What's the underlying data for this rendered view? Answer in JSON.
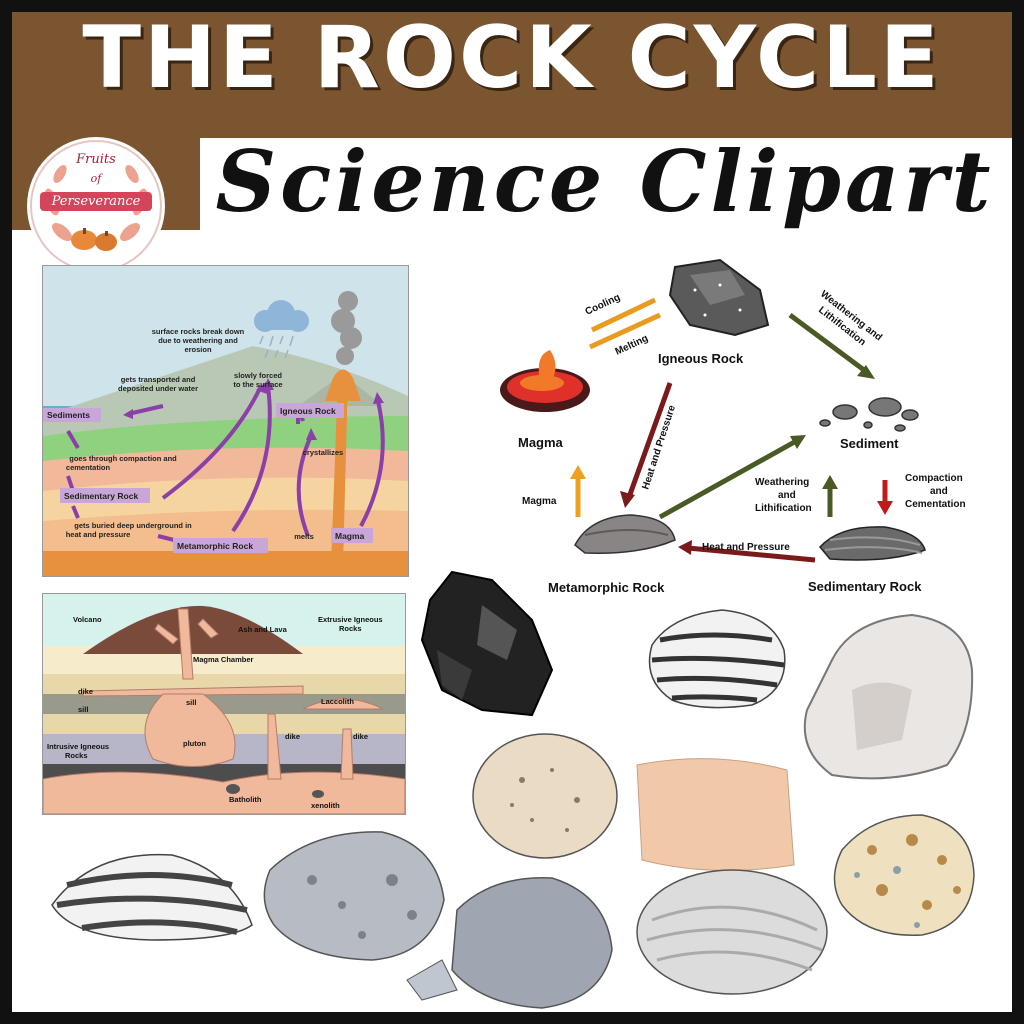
{
  "banner": {
    "title": "THE ROCK CYCLE",
    "subtitle": "Science Clipart",
    "logo": {
      "line1": "Fruits",
      "line2": "of",
      "line3": "Perseverance"
    }
  },
  "colors": {
    "banner_brown": "#7a5530",
    "frame": "#111111",
    "process_purple": "#8b3fa8"
  },
  "cycle_diagram": {
    "labels": {
      "rock_breakdown": [
        "surface rocks break down",
        "due to weathering and",
        "erosion"
      ],
      "transported": [
        "gets transported and",
        "deposited under water"
      ],
      "forced_up": [
        "slowly forced",
        "to the surface"
      ],
      "igneous": "Igneous Rock",
      "sediments": "Sediments",
      "compaction": [
        "goes through compaction and",
        "cementation"
      ],
      "crystallizes": "crystallizes",
      "sedimentary": "Sedimentary Rock",
      "buried": [
        "gets buried deep underground in",
        "heat and pressure"
      ],
      "metamorphic": "Metamorphic Rock",
      "melts": "melts",
      "magma": "Magma"
    }
  },
  "igneous_diagram": {
    "labels": {
      "volcano": "Volcano",
      "ash_lava": "Ash and Lava",
      "extrusive": [
        "Extrusive Igneous",
        "Rocks"
      ],
      "magma_chamber": "Magma Chamber",
      "dike1": "dike",
      "sill1": "sill",
      "sill2": "sill",
      "laccolith": "Laccolith",
      "intrusive": [
        "Intrusive Igneous",
        "Rocks"
      ],
      "pluton": "pluton",
      "dike2": "dike",
      "dike3": "dike",
      "batholith": "Batholith",
      "xenolith": "xenolith"
    }
  },
  "flow_diagram": {
    "nodes": {
      "igneous": "Igneous Rock",
      "magma": "Magma",
      "sediment": "Sediment",
      "metamorphic": "Metamorphic Rock",
      "sedimentary": "Sedimentary Rock"
    },
    "arrows": {
      "cooling": "Cooling",
      "melting": "Melting",
      "weathering_top": [
        "Weathering and",
        "Lithification"
      ],
      "heat_pressure_diag": "Heat and Pressure",
      "magma_up": "Magma",
      "weathering_mid": [
        "Weathering",
        "and",
        "Lithification"
      ],
      "compaction": [
        "Compaction",
        "and",
        "Cementation"
      ],
      "heat_pressure_bottom": "Heat and Pressure"
    }
  }
}
